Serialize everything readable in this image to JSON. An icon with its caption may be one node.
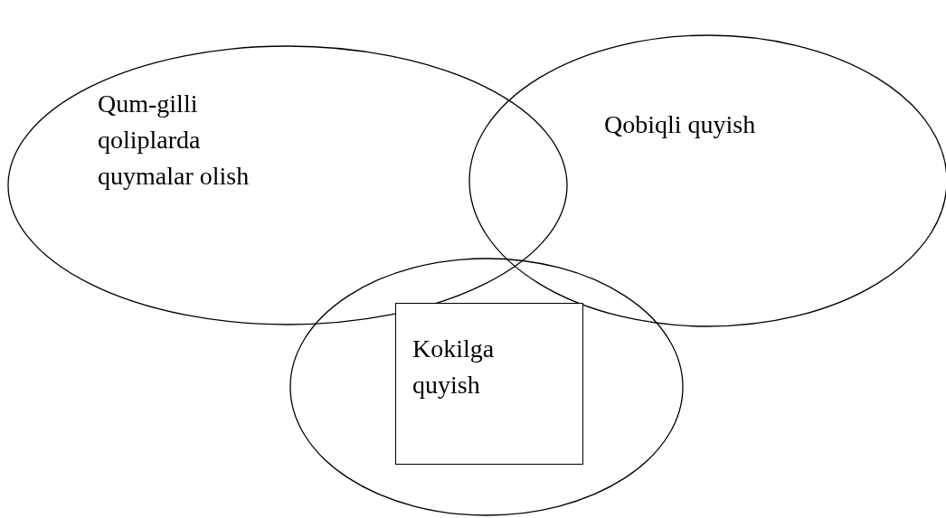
{
  "diagram": {
    "nodes": [
      {
        "text": [
          "Qum-gilli qoliplarda quymalar olish"
        ]
      },
      {
        "text": [
          "Qobiqli quyish"
        ]
      },
      {
        "text": [],
        "shape": "circle"
      },
      {
        "text": [
          "Kokilga quyish"
        ],
        "in": 2
      }
    ]
  }
}
